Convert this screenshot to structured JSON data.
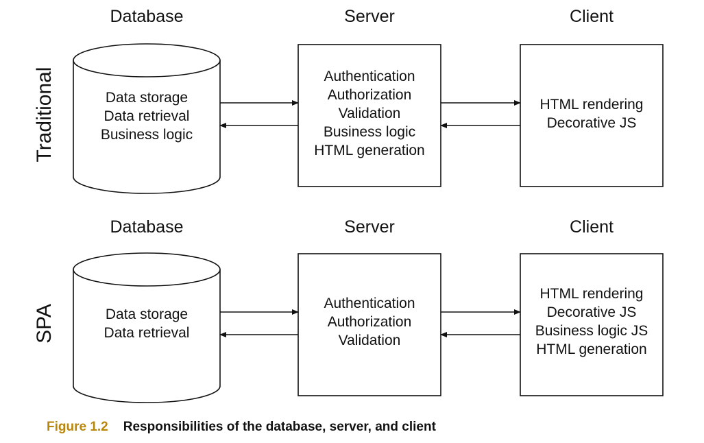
{
  "rows": [
    {
      "label": "Traditional",
      "columns": [
        {
          "heading": "Database",
          "items": [
            "Data storage",
            "Data retrieval",
            "Business logic"
          ]
        },
        {
          "heading": "Server",
          "items": [
            "Authentication",
            "Authorization",
            "Validation",
            "Business logic",
            "HTML generation"
          ]
        },
        {
          "heading": "Client",
          "items": [
            "HTML rendering",
            "Decorative JS"
          ]
        }
      ]
    },
    {
      "label": "SPA",
      "columns": [
        {
          "heading": "Database",
          "items": [
            "Data storage",
            "Data retrieval"
          ]
        },
        {
          "heading": "Server",
          "items": [
            "Authentication",
            "Authorization",
            "Validation"
          ]
        },
        {
          "heading": "Client",
          "items": [
            "HTML rendering",
            "Decorative JS",
            "Business logic JS",
            "HTML generation"
          ]
        }
      ]
    }
  ],
  "caption": {
    "number": "Figure 1.2",
    "text": "Responsibilities of the database, server, and client"
  },
  "colors": {
    "stroke": "#111111",
    "caption_accent": "#b8860b"
  }
}
